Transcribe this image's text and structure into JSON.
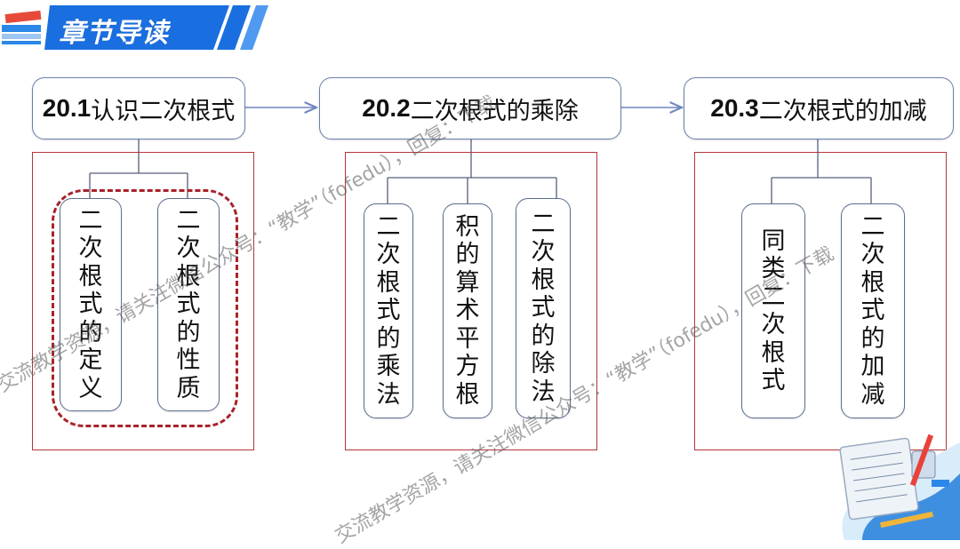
{
  "header": {
    "title": "章节导读"
  },
  "sections": [
    {
      "number": "20.1",
      "title": "认识二次根式",
      "children": [
        "二次根式的定义",
        "二次根式的性质"
      ]
    },
    {
      "number": "20.2",
      "title": "二次根式的乘除",
      "children": [
        "二次根式的乘法",
        "积的算术平方根",
        "二次根式的除法"
      ]
    },
    {
      "number": "20.3",
      "title": "二次根式的加减",
      "children": [
        "同类二次根式",
        "二次根式的加减"
      ]
    }
  ],
  "watermarks": [
    "交流教学资源，请关注微信公众号：“教学”（fofedu），回复：下载",
    "交流教学资源，请关注微信公众号：“教学”（fofedu），回复：下载"
  ],
  "colors": {
    "banner": "#1a6fe0",
    "frame": "#b3353a",
    "box_border": "#6a7fb0",
    "connector": "#6f86c0"
  }
}
